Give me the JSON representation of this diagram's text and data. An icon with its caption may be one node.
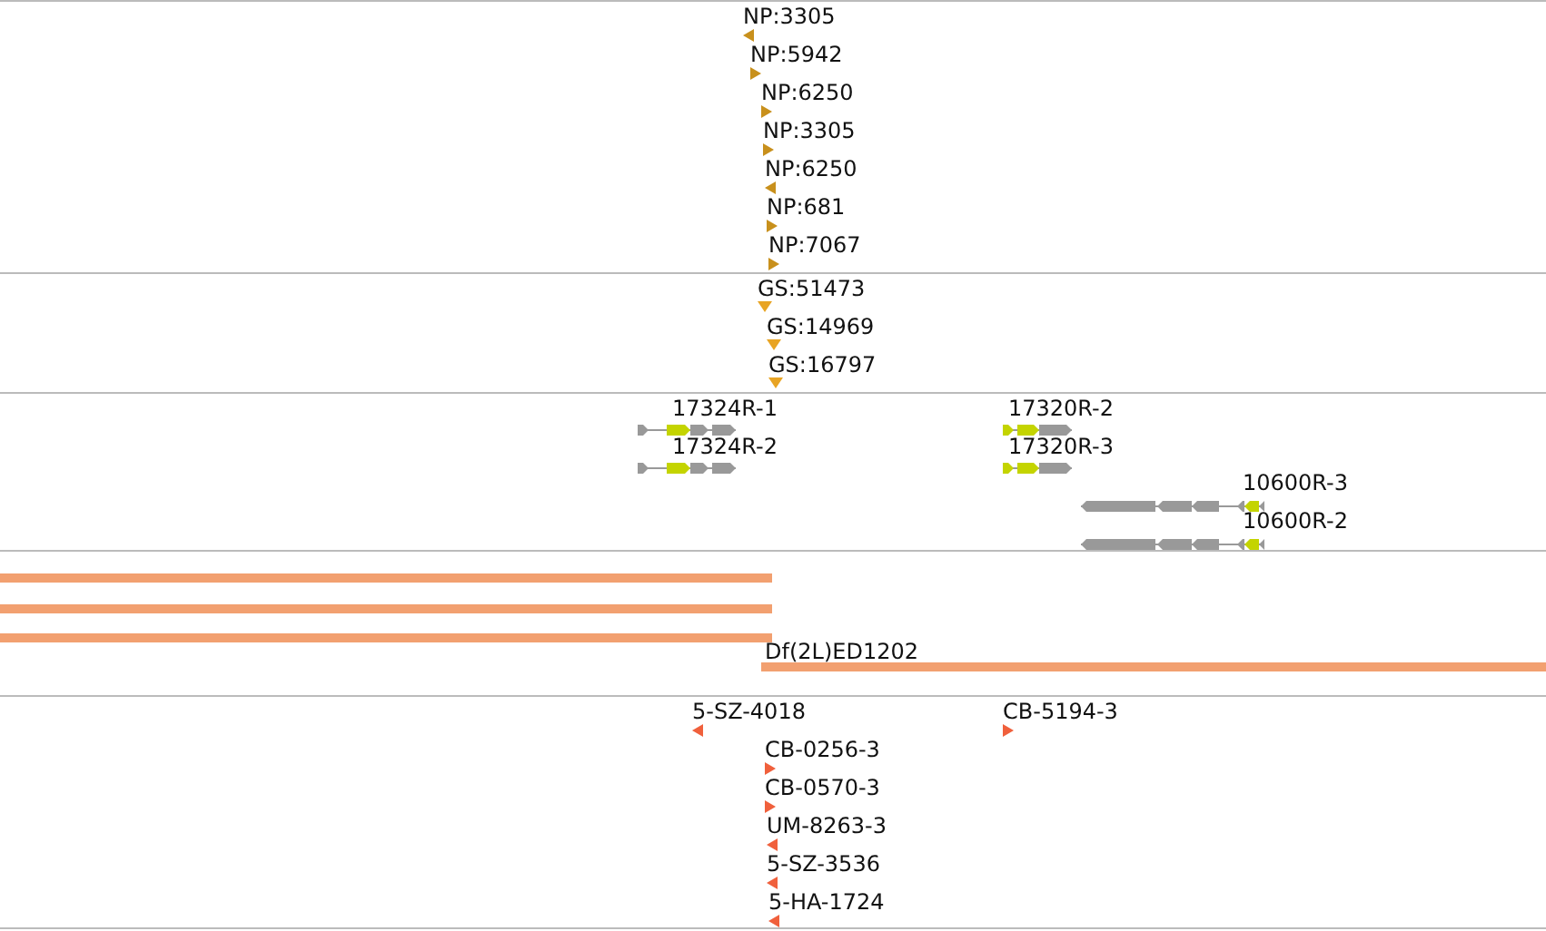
{
  "diagram": {
    "labels": [
      "NP:3305",
      "NP:5942",
      "NP:6250",
      "NP:3305",
      "NP:6250",
      "NP:681",
      "NP:7067",
      "GS:51473",
      "GS:14969",
      "GS:16797",
      "17324R-1",
      "17320R-2",
      "17324R-2",
      "17320R-3",
      "10600R-3",
      "10600R-2",
      "Df(2L)ED1202",
      "5-SZ-4018",
      "CB-5194-3",
      "CB-0256-3",
      "CB-0570-3",
      "UM-8263-3",
      "5-SZ-3536",
      "5-HA-1724"
    ]
  }
}
